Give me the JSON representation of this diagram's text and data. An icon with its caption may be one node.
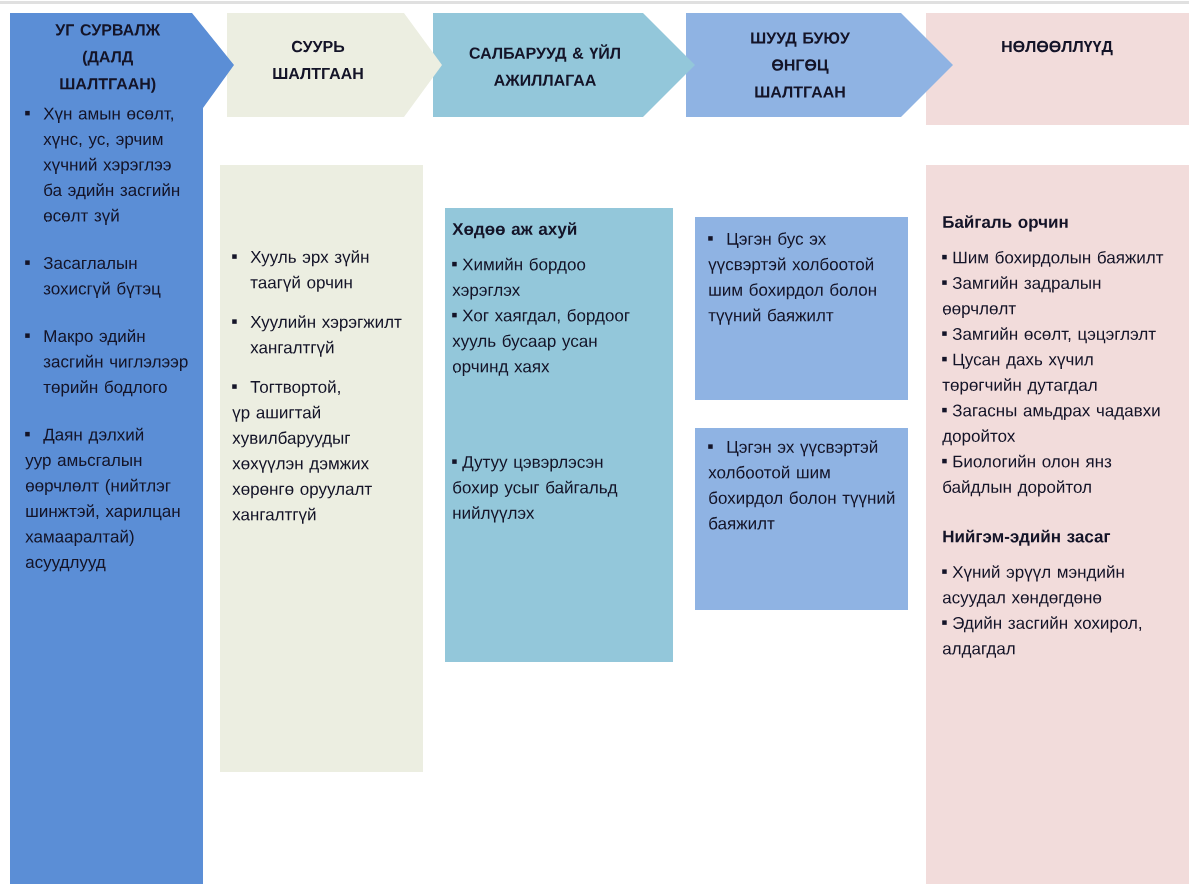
{
  "diagram": {
    "nodes": [
      {
        "text": [
          "УГ СУРВАЛЖ (ДАЛД ШАЛТГААН)",
          "Хүн амын өсөлт, хүнс, ус, эрчим хүчний хэрэглээ ба эдийн засгийн өсөлт зүй",
          "Засаглалын зохисгүй бүтэц",
          "Макро эдийн засгийн чиглэлээр төрийн бодлого",
          "Даян дэлхий уур амьсгалын өөрчлөлт (нийтлэг шинжтэй, харилцан хамааралтай) асуудлууд"
        ]
      },
      {
        "text": [
          "СУУРЬ ШАЛТГААН"
        ]
      },
      {
        "text": [
          "САЛБАРУУД & ҮЙЛ АЖИЛЛАГАА"
        ]
      },
      {
        "text": [
          "ШУУД БУЮУ ӨНГӨЦ ШАЛТГААН"
        ]
      },
      {
        "text": [
          "НӨЛӨӨЛЛҮҮД"
        ]
      },
      {
        "text": [
          "Хууль эрх зүйн таагүй орчин",
          "Хуулийн хэрэгжилт хангалтгүй",
          "Тогтвортой, үр ашигтай хувилбаруудыг хөхүүлэн дэмжих хөрөнгө оруулалт хангалтгүй"
        ]
      },
      {
        "text": [
          "Хөдөө аж ахуй",
          "Химийн бордоо хэрэглэх",
          "Хог хаягдал, бордоог хууль бусаар усан орчинд хаях",
          "Дутуу цэвэрлэсэн бохир усыг байгальд нийлүүлэх"
        ]
      },
      {
        "text": [
          "Цэгэн бус эх үүсвэртэй холбоотой шим бохирдол болон түүний баяжилт"
        ]
      },
      {
        "text": [
          "Цэгэн эх үүсвэртэй холбоотой шим бохирдол болон түүний баяжилт"
        ]
      },
      {
        "text": [
          "Байгаль орчин",
          "Шим бохирдолын баяжилт",
          "Замгийн задралын өөрчлөлт",
          "Замгийн өсөлт, цэцэглэлт",
          "Цусан дахь хүчил төрөгчийн дутагдал",
          "Загасны амьдрах чадавхи доройтох",
          "Биологийн олон янз байдлын доройтол",
          "Нийгэм-эдийн засаг",
          "Хүний эрүүл мэндийн асуудал хөндөгдөнө",
          "Эдийн засгийн хохирол, алдагдал"
        ]
      }
    ]
  }
}
